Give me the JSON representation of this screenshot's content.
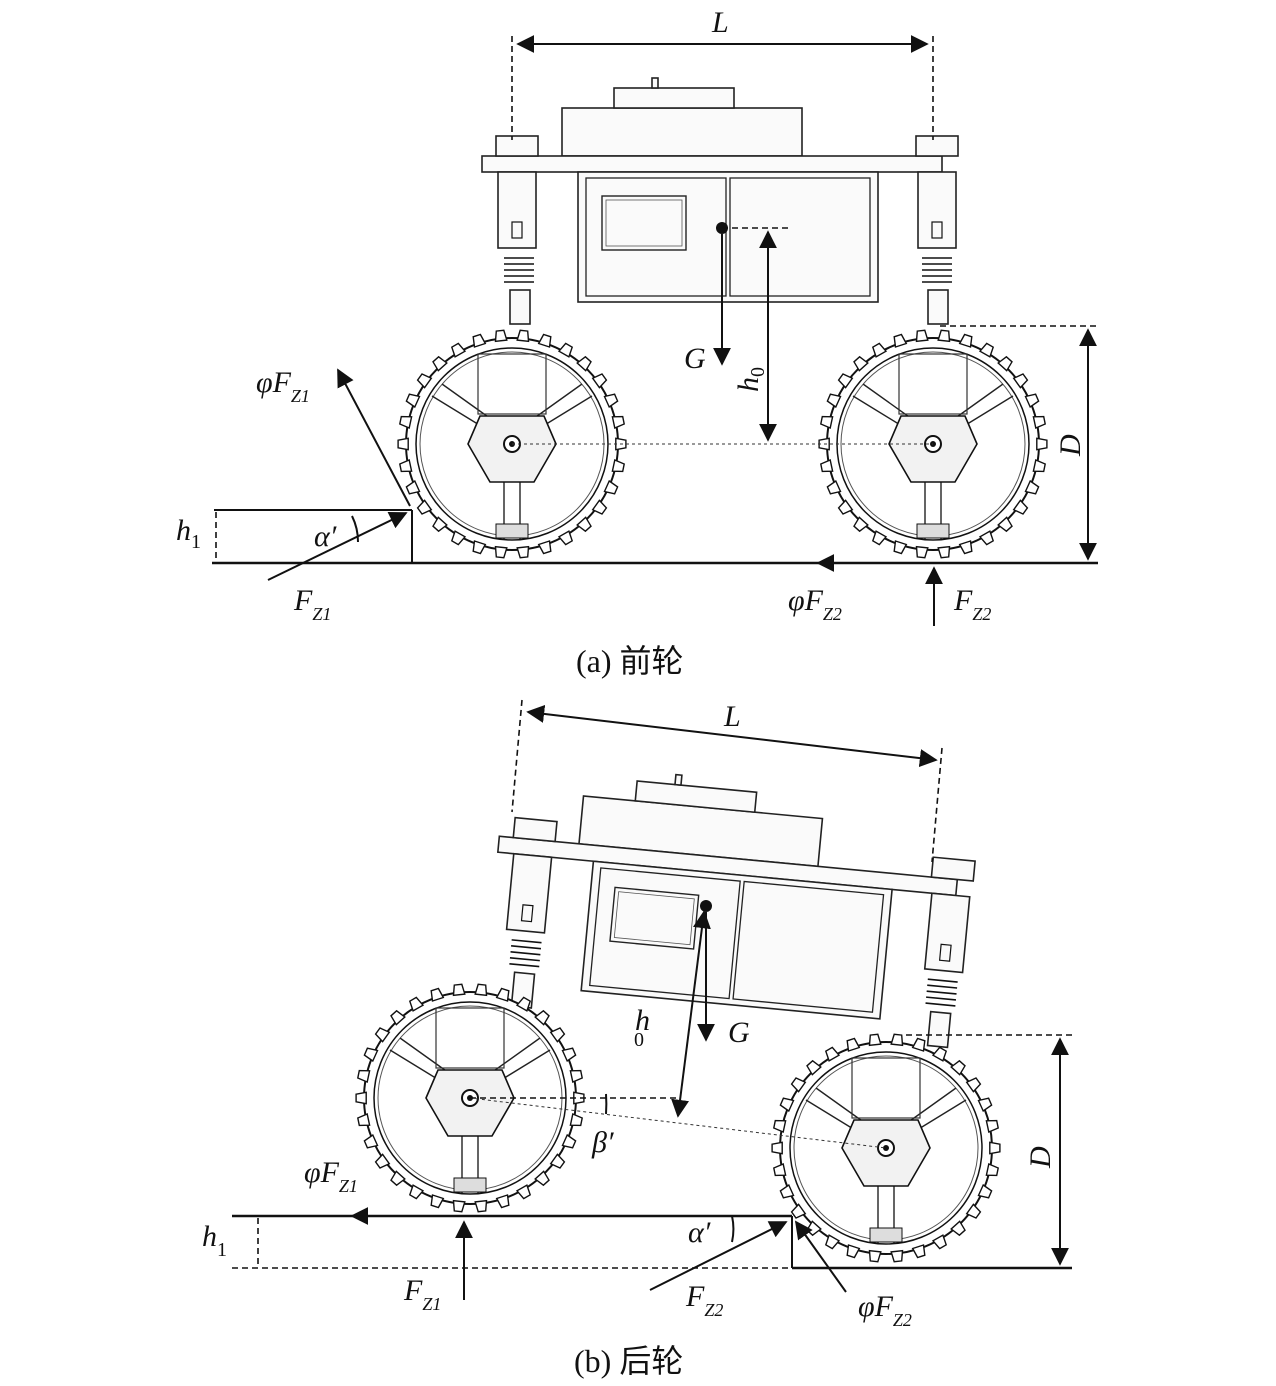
{
  "colors": {
    "ink": "#111111",
    "background": "#ffffff",
    "fill": "#f4f4f4"
  },
  "panel_a": {
    "caption": "(a) 前轮",
    "L": "L",
    "G": "G",
    "h0": "h",
    "h0_sub": "0",
    "D": "D",
    "h1": "h",
    "h1_sub": "1",
    "alpha": "α′",
    "phiFz1": "φF",
    "phiFz1_sub": "Z1",
    "Fz1": "F",
    "Fz1_sub": "Z1",
    "phiFz2": "φF",
    "phiFz2_sub": "Z2",
    "Fz2": "F",
    "Fz2_sub": "Z2"
  },
  "panel_b": {
    "caption": "(b) 后轮",
    "L": "L",
    "G": "G",
    "h0": "h",
    "h0_sub": "0",
    "D": "D",
    "h1": "h",
    "h1_sub": "1",
    "alpha": "α′",
    "beta": "β′",
    "phiFz1": "φF",
    "phiFz1_sub": "Z1",
    "Fz1": "F",
    "Fz1_sub": "Z1",
    "phiFz2": "φF",
    "phiFz2_sub": "Z2",
    "Fz2": "F",
    "Fz2_sub": "Z2"
  }
}
